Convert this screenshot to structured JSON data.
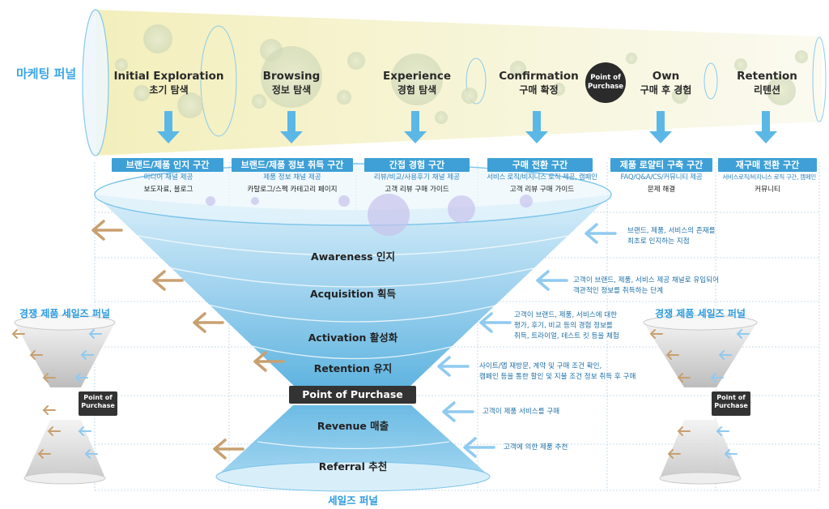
{
  "funnel_title": "마케팅 퍼널",
  "point_of_purchase_circle": "Point of Purchase",
  "stages": [
    {
      "en": "Initial Exploration",
      "ko": "초기 탐색"
    },
    {
      "en": "Browsing",
      "ko": "정보 탐색"
    },
    {
      "en": "Experience",
      "ko": "경험 탐색"
    },
    {
      "en": "Confirmation",
      "ko": "구매 확정"
    },
    {
      "en": "Own",
      "ko": "구매 후 경험"
    },
    {
      "en": "Retention",
      "ko": "리텐션"
    }
  ],
  "zones": [
    {
      "label": "브랜드/제품 인지 구간",
      "sub": "미디어 채널 제공",
      "detail": "보도자료, 블로그"
    },
    {
      "label": "브랜드/제품 정보 취득 구간",
      "sub": "제품 정보 채널 제공",
      "detail": "카탈로그/스펙 카테고리 페이지"
    },
    {
      "label": "간접 경험 구간",
      "sub": "리뷰/비교/사용후기 채널 제공",
      "detail": "고객 리뷰 구매 가이드"
    },
    {
      "label": "구매 전환 구간",
      "sub": "서비스 로직/비지니스 로직 제공, 캠페인",
      "detail": "고객 리뷰 구매 가이드"
    },
    {
      "label": "제품 로얄티 구축 구간",
      "sub": "FAQ/Q&A/CS/커뮤니티 제공",
      "detail": "문제 해결"
    },
    {
      "label": "재구매 전환 구간",
      "sub": "서비스로직/비지니스 로직 구간, 캠페인",
      "detail": "커뮤니티"
    }
  ],
  "sales_layers": [
    {
      "label": "Awareness 인지"
    },
    {
      "label": "Acquisition 획득"
    },
    {
      "label": "Activation 활성화"
    },
    {
      "label": "Retention 유지"
    },
    {
      "label": "Revenue 매출"
    },
    {
      "label": "Referral 추천"
    }
  ],
  "point_of_purchase_bar": "Point of Purchase",
  "descriptions": [
    {
      "lines": [
        "브랜드, 제품, 서비스의 존재를",
        "최초로 인지하는 지점"
      ]
    },
    {
      "lines": [
        "고객이 브랜드, 제품, 서비스 제공 채널로 유입되어",
        "객관적인 정보를 취득하는 단계"
      ]
    },
    {
      "lines": [
        "고객이 브랜드, 제품, 서비스에 대한",
        "평가, 후기, 비교 등의 경험 정보를",
        "취득, 트라이얼, 테스트 킷 등을 체험"
      ]
    },
    {
      "lines": [
        "사이트/앱 재방문, 계약 및 구매 조건 확인,",
        "캠페인 등을 통한 할인 및 지불 조건 정보 취득 후 구매"
      ]
    },
    {
      "lines": [
        "고객이 제품 서비스를 구매"
      ]
    },
    {
      "lines": [
        "고객에 의한 제품 추천"
      ]
    }
  ],
  "side_funnels": {
    "left_title": "경쟁 제품 세일즈 퍼널",
    "right_title": "경쟁 제품 세일즈 퍼널",
    "pop_label": "Point of Purchase"
  },
  "sales_funnel_title": "세일즈 퍼널",
  "colors": {
    "accent_blue": "#3ea0d6",
    "arrow_tan": "#c8a070",
    "arrow_light_blue": "#8fcaf0",
    "cone_yellow": "#f4f1c4",
    "dark_box": "#333333"
  }
}
